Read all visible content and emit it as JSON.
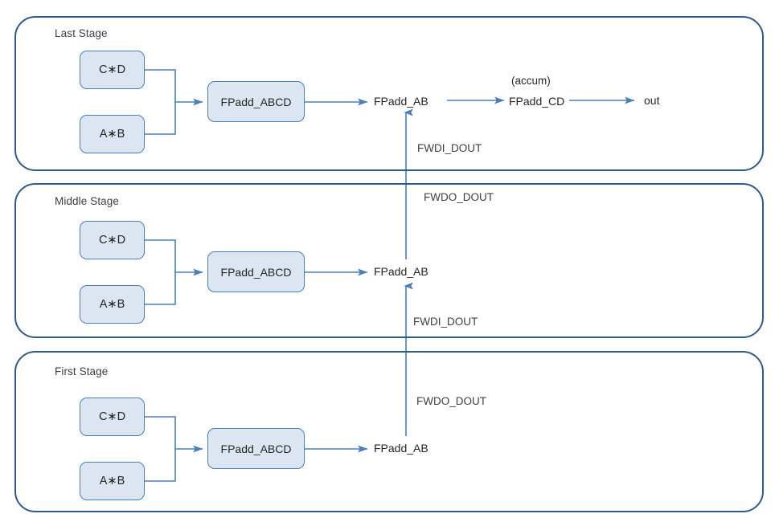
{
  "diagram": {
    "title": "Pipelined floating-point multiply-accumulate stage diagram",
    "colors": {
      "stage_border": "#2e5b8c",
      "block_fill": "#dce6f2",
      "block_border": "#4a7ebb",
      "wire": "#4a7ebb",
      "text": "#262626"
    }
  },
  "stages": [
    {
      "id": "last",
      "title": "Last Stage",
      "blocks": [
        {
          "name": "mul-cd",
          "label": "C∗D"
        },
        {
          "name": "mul-ab",
          "label": "A∗B"
        },
        {
          "name": "adder-abcd",
          "label": "FPadd_ABCD"
        }
      ],
      "nodes": [
        {
          "name": "fpadd-ab",
          "label": "FPadd_AB"
        },
        {
          "name": "fpadd-cd",
          "label": "FPadd_CD"
        },
        {
          "name": "out",
          "label": "out"
        }
      ],
      "annotations": [
        {
          "name": "accum-note",
          "label": "(accum)"
        }
      ],
      "wire_labels": [
        {
          "name": "fwdi-dout-label",
          "label": "FWDI_DOUT"
        }
      ]
    },
    {
      "id": "middle",
      "title": "Middle Stage",
      "blocks": [
        {
          "name": "mul-cd",
          "label": "C∗D"
        },
        {
          "name": "mul-ab",
          "label": "A∗B"
        },
        {
          "name": "adder-abcd",
          "label": "FPadd_ABCD"
        }
      ],
      "nodes": [
        {
          "name": "fpadd-ab",
          "label": "FPadd_AB"
        }
      ],
      "wire_labels": [
        {
          "name": "fwdo-dout-label",
          "label": "FWDO_DOUT"
        },
        {
          "name": "fwdi-dout-label",
          "label": "FWDI_DOUT"
        }
      ]
    },
    {
      "id": "first",
      "title": "First Stage",
      "blocks": [
        {
          "name": "mul-cd",
          "label": "C∗D"
        },
        {
          "name": "mul-ab",
          "label": "A∗B"
        },
        {
          "name": "adder-abcd",
          "label": "FPadd_ABCD"
        }
      ],
      "nodes": [
        {
          "name": "fpadd-ab",
          "label": "FPadd_AB"
        }
      ],
      "wire_labels": [
        {
          "name": "fwdo-dout-label",
          "label": "FWDO_DOUT"
        }
      ]
    }
  ]
}
